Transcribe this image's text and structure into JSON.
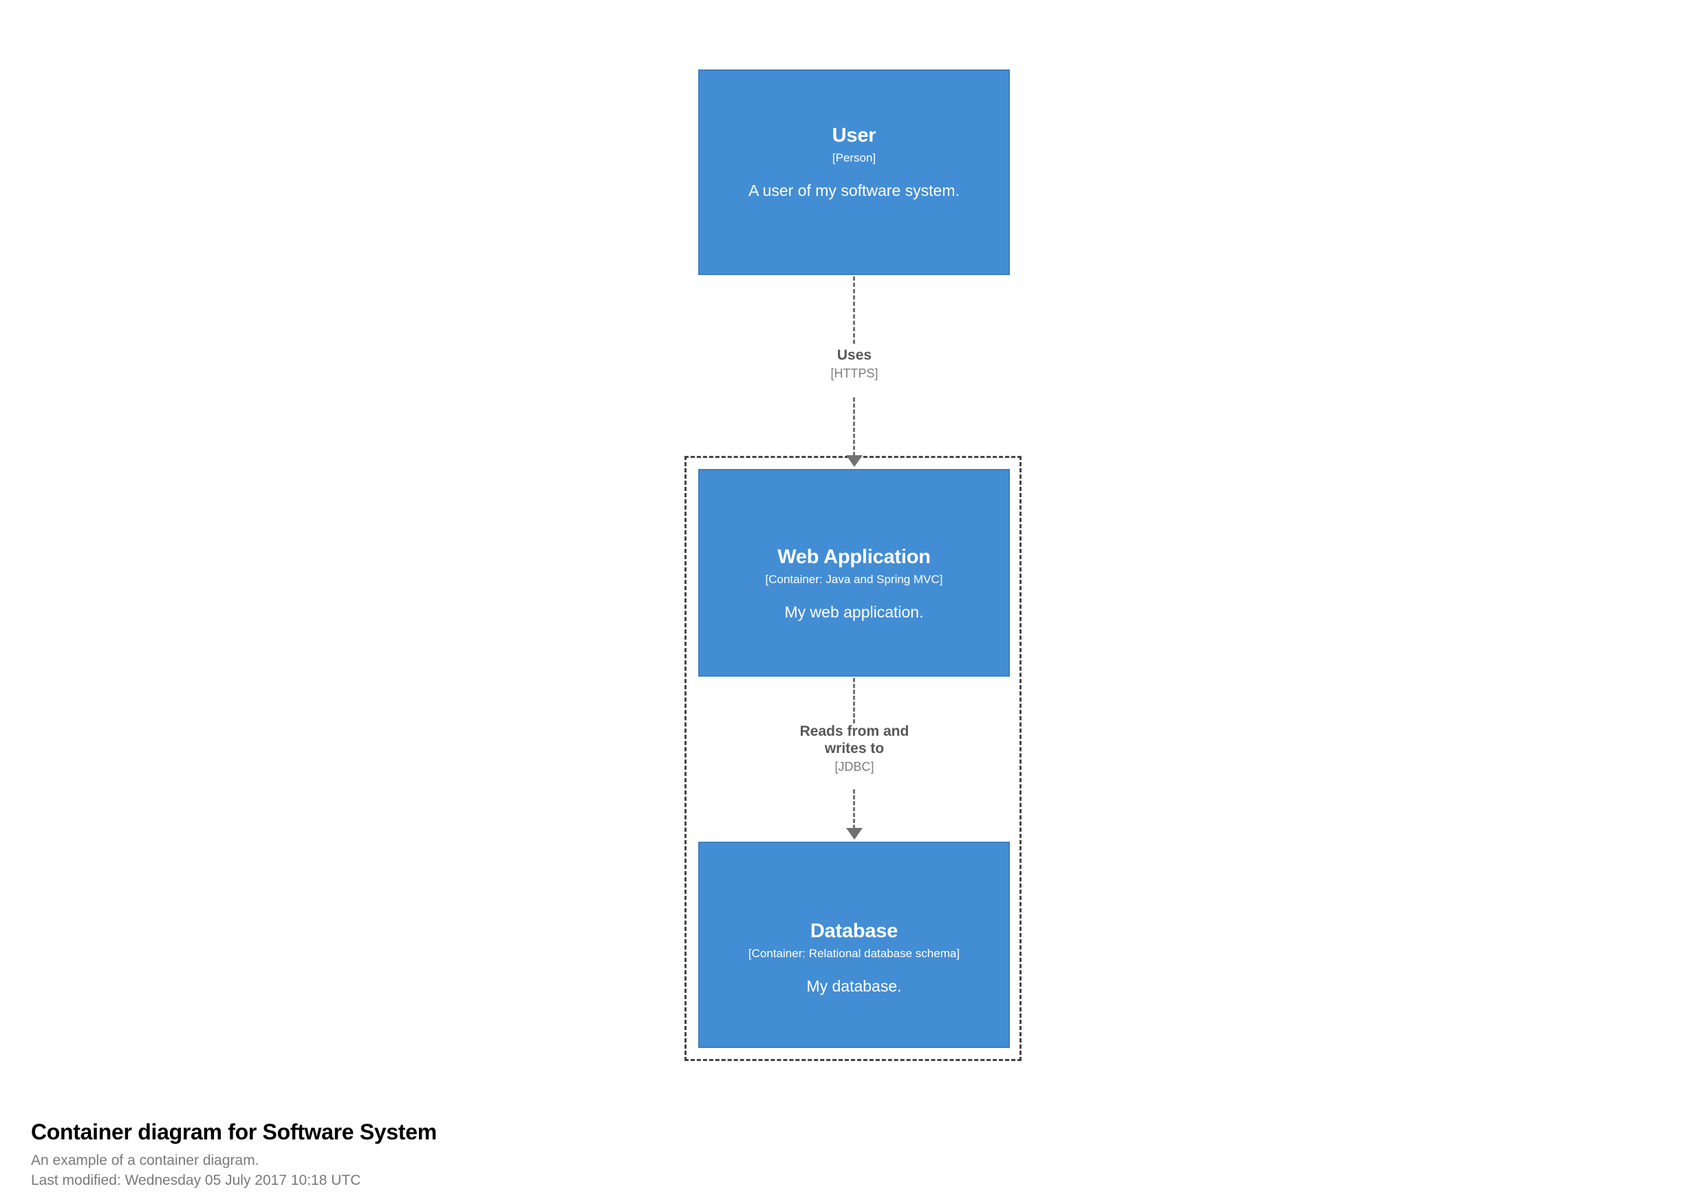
{
  "diagram": {
    "type": "c4-container-diagram",
    "background_color": "#ffffff",
    "element_color": "#438dd5",
    "element_border_color": "#3b7fc0",
    "element_text_color": "#ffffff",
    "relationship_color": "#707070",
    "boundary_color": "#444444",
    "boundary_style": "dashed"
  },
  "nodes": [
    {
      "id": "user",
      "name": "User",
      "type": "[Person]",
      "description": "A user of my software system.",
      "inside_boundary": false
    },
    {
      "id": "webapp",
      "name": "Web Application",
      "type": "[Container: Java and Spring MVC]",
      "description": "My web application.",
      "inside_boundary": true
    },
    {
      "id": "database",
      "name": "Database",
      "type": "[Container: Relational database schema]",
      "description": "My database.",
      "inside_boundary": true
    }
  ],
  "relationships": [
    {
      "id": "rel1",
      "from": "user",
      "to": "webapp",
      "description": "Uses",
      "technology": "[HTTPS]"
    },
    {
      "id": "rel2",
      "from": "webapp",
      "to": "database",
      "description": "Reads from and\nwrites to",
      "technology": "[JDBC]"
    }
  ],
  "boundary": {
    "label": ""
  },
  "caption": {
    "title": "Container diagram for Software System",
    "subtitle": "An example of a container diagram.",
    "last_modified": "Last modified: Wednesday 05 July 2017 10:18 UTC"
  }
}
